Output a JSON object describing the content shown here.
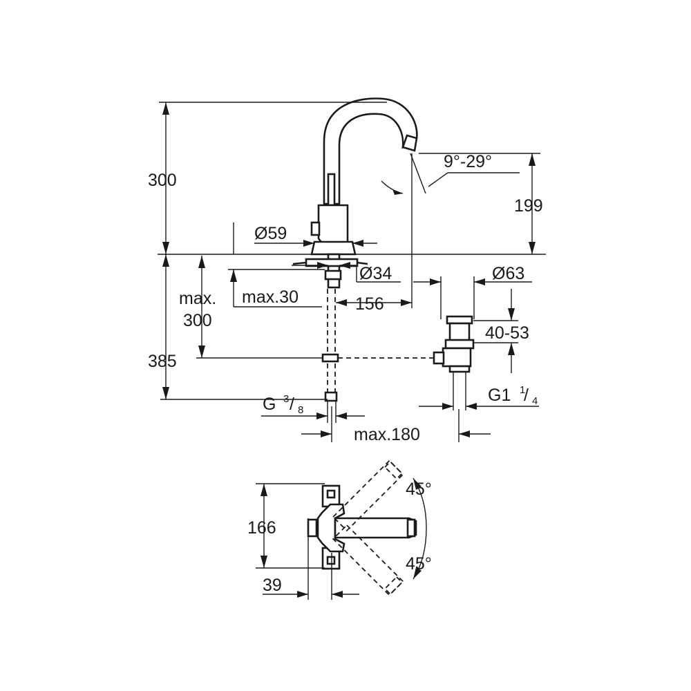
{
  "dimensions": {
    "total_height": "300",
    "spout_height": "199",
    "spout_angle": "9°-29°",
    "base_diameter": "Ø59",
    "shank_diameter": "Ø34",
    "waste_diameter": "Ø63",
    "deck_thickness_prefix": "max.",
    "deck_thickness_value": "300",
    "clamp_max": "max.30",
    "spout_reach": "156",
    "waste_height_range": "40-53",
    "below_deck_total": "385",
    "connection_thread_main": "G",
    "connection_thread_num": "3",
    "connection_thread_den": "8",
    "waste_thread_main": "G1",
    "waste_thread_num": "1",
    "waste_thread_den": "4",
    "rod_max_length": "max.180",
    "plan_depth": "166",
    "plan_offset": "39",
    "swivel_angle_upper": "45°",
    "swivel_angle_lower": "45°"
  }
}
